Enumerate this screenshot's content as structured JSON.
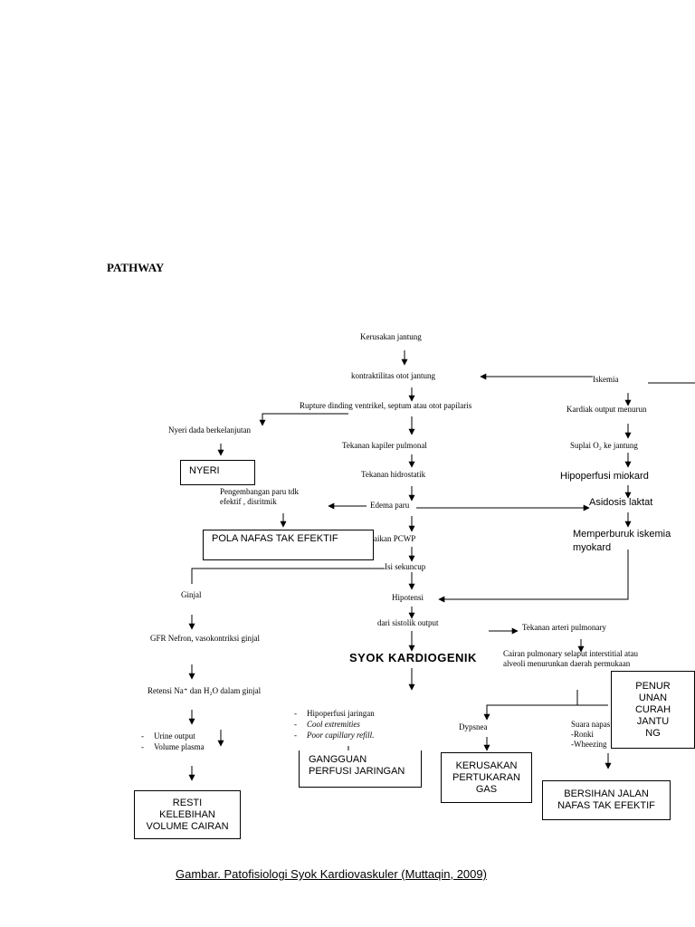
{
  "heading": "PATHWAY",
  "nodes": {
    "kerusakan_jantung": "Kerusakan jantung",
    "kontraktilitas": "kontraktilitas otot jantung",
    "iskemia": "Iskemia",
    "rupture": "Rupture dinding ventrikel, septum atau otot papilaris",
    "kardiak_output": "Kardiak output menurun",
    "nyeri_dada": "Nyeri dada berkelanjutan",
    "tekanan_kapiler": "Tekanan kapiler pulmonal",
    "suplai_o2": "Suplai O₂ ke jantung",
    "tekanan_hidrostatik": "Tekanan hidrostatik",
    "hipoperfusi_miokard": "Hipoperfusi miokard",
    "pengembangan_paru_1": "Pengembangan paru tdk",
    "pengembangan_paru_2": "efektif , disritmik",
    "edema_paru": "Edema paru",
    "asidosis_laktat": "Asidosis laktat",
    "kenaikan_pcwp": "Kenaikan PCWP",
    "memperburuk_1": "Memperburuk iskemia",
    "memperburuk_2": "myokard",
    "isi_sekuncup": "Isi sekuncup",
    "ginjal": "Ginjal",
    "hipotensi": "Hipotensi",
    "gfr": "GFR Nefron, vasokontriksi ginjal",
    "dari_sistolik": "dari sistolik output",
    "tekanan_arteri": "Tekanan arteri pulmonary",
    "syok": "SYOK KARDIOGENIK",
    "cairan_1": "Cairan pulmonary selaput interstitial atau",
    "cairan_2": "alveoli menurunkan daerah permukaan",
    "retensi": "Retensi Na⁺ dan H₂O dalam ginjal",
    "hipoperfusi_list": [
      "Hipoperfusi jaringan",
      "Cool extremities",
      "Poor capillary refill."
    ],
    "dypsnea": "Dypsnea",
    "suara_napas": "Suara napas",
    "suara_list": [
      "Ronki",
      "Wheezing"
    ],
    "urine_list": [
      "Urine output",
      "Volume plasma"
    ]
  },
  "diagnoses": {
    "nyeri": "NYERI",
    "pola_nafas": "POLA NAFAS TAK EFEKTIF",
    "penurunan_curah": [
      "PENUR",
      "UNAN",
      "CURAH",
      "JANTU",
      "NG"
    ],
    "gangguan_perfusi": [
      "GANGGUAN",
      "PERFUSI JARINGAN"
    ],
    "kerusakan_pertukaran": [
      "KERUSAKAN",
      "PERTUKARAN",
      "GAS"
    ],
    "bersihan_jalan": [
      "BERSIHAN JALAN",
      "NAFAS TAK EFEKTIF"
    ],
    "resti_kelebihan": [
      "RESTI",
      "KELEBIHAN",
      "VOLUME CAIRAN"
    ]
  },
  "caption": "Gambar. Patofisiologi Syok Kardiovaskuler (Muttaqin, 2009)"
}
